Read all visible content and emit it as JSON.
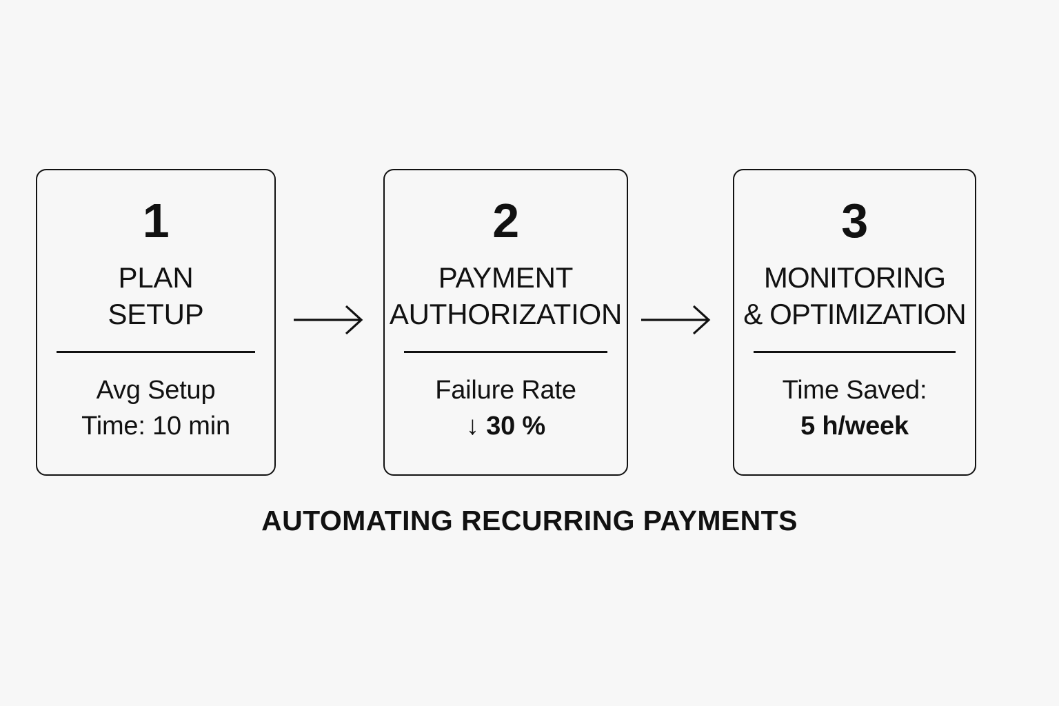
{
  "background_color": "#f7f7f7",
  "foreground_color": "#111111",
  "caption": "AUTOMATING RECURRING PAYMENTS",
  "steps": [
    {
      "number": "1",
      "title_line_1": "PLAN",
      "title_line_2": "SETUP",
      "metric_line_1": "Avg Setup",
      "metric_line_2": "Time: 10 min",
      "metric_line_2_bold": false,
      "metric_arrow": ""
    },
    {
      "number": "2",
      "title_line_1": "PAYMENT",
      "title_line_2": "AUTHORIZATION",
      "metric_line_1": "Failure Rate",
      "metric_line_2": "30 %",
      "metric_line_2_bold": true,
      "metric_arrow": "↓"
    },
    {
      "number": "3",
      "title_line_1": "MONITORING",
      "title_line_2": "& OPTIMIZATION",
      "metric_line_1": "Time Saved:",
      "metric_line_2": "5 h/week",
      "metric_line_2_bold": true,
      "metric_arrow": ""
    }
  ],
  "connectors": [
    {
      "icon": "arrow-right-icon"
    },
    {
      "icon": "arrow-right-icon"
    }
  ]
}
